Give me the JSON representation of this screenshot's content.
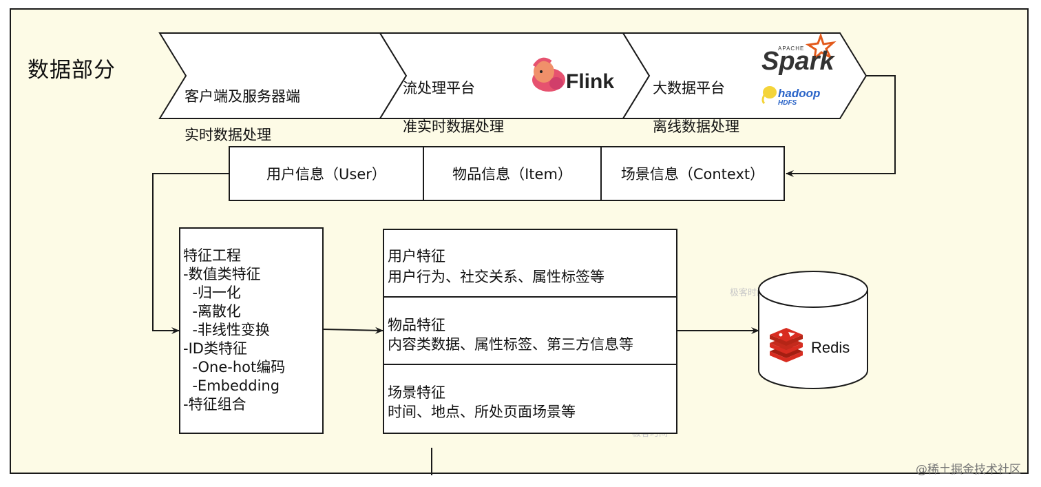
{
  "title": "数据部分",
  "pipeline": [
    {
      "line1": "客户端及服务器端",
      "line2": "实时数据处理"
    },
    {
      "line1": "流处理平台",
      "line2": "准实时数据处理",
      "logo": "Flink"
    },
    {
      "line1": "大数据平台",
      "line2": "离线数据处理",
      "logo_top": "Spark",
      "logo_top_small": "APACHE",
      "logo_bottom": "hadoop",
      "logo_bottom_small": "HDFS"
    }
  ],
  "info": [
    "用户信息（User）",
    "物品信息（Item）",
    "场景信息（Context）"
  ],
  "feature_engineering": [
    "特征工程",
    "-数值类特征",
    "  -归一化",
    "  -离散化",
    "  -非线性变换",
    "-ID类特征",
    "  -One-hot编码",
    "  -Embedding",
    "-特征组合"
  ],
  "features": [
    {
      "title": "用户特征",
      "desc": "用户行为、社交关系、属性标签等"
    },
    {
      "title": "物品特征",
      "desc": "内容类数据、属性标签、第三方信息等"
    },
    {
      "title": "场景特征",
      "desc": "时间、地点、所处页面场景等"
    }
  ],
  "storage": "Redis",
  "watermark_corner": "@稀土掘金技术社区",
  "watermark_center": "极客时间",
  "colors": {
    "frame_bg": "#fdfbe6",
    "border": "#1a1a1a",
    "redis_red": "#d82c20",
    "flink_pink": "#e6526f",
    "spark_orange": "#e25a1c",
    "hadoop_blue": "#2a64c8"
  }
}
